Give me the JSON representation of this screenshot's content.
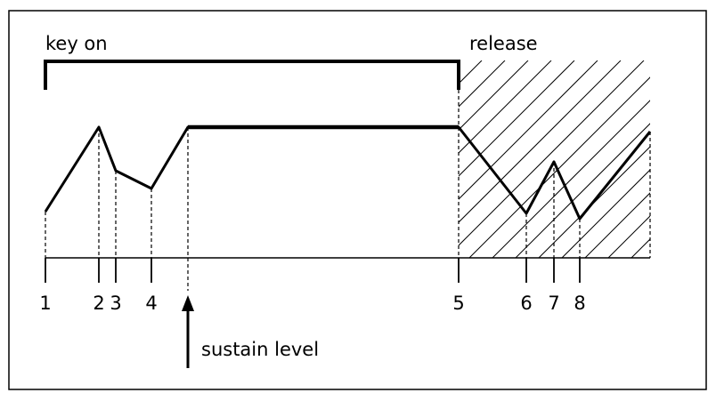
{
  "labels": {
    "key_on": "key on",
    "release": "release",
    "sustain_level": "sustain level"
  },
  "markers": [
    "1",
    "2",
    "3",
    "4",
    "5",
    "6",
    "7",
    "8"
  ],
  "colors": {
    "line": "#000000",
    "background": "#ffffff"
  }
}
